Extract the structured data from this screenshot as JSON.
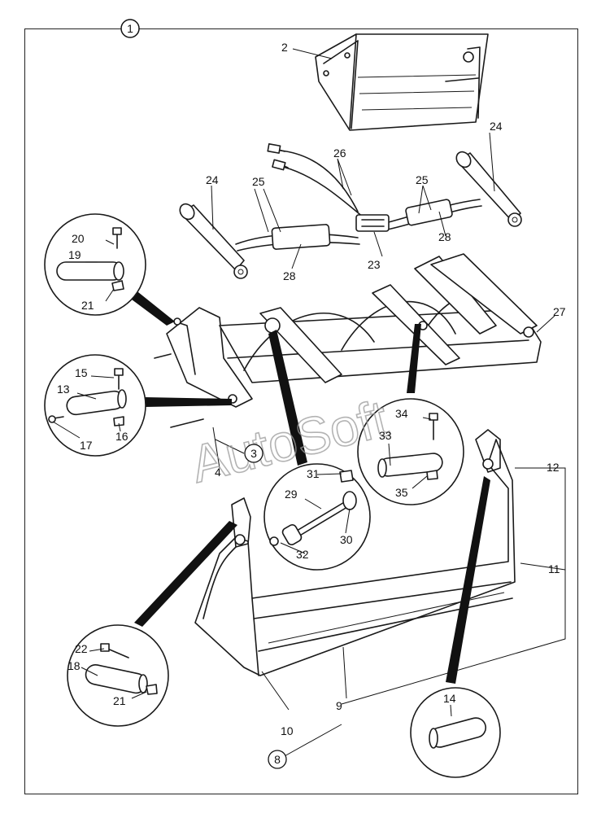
{
  "diagram": {
    "sheet_number": "1",
    "watermark": "AutoSoft",
    "callouts": {
      "c2": "2",
      "c3": "3",
      "c4": "4",
      "c8": "8",
      "c9": "9",
      "c10": "10",
      "c11": "11",
      "c12": "12",
      "c13": "13",
      "c14": "14",
      "c15": "15",
      "c16": "16",
      "c17": "17",
      "c18": "18",
      "c19": "19",
      "c20": "20",
      "c21a": "21",
      "c21b": "21",
      "c22": "22",
      "c23": "23",
      "c24a": "24",
      "c24b": "24",
      "c25a": "25",
      "c25b": "25",
      "c26": "26",
      "c27": "27",
      "c28a": "28",
      "c28b": "28",
      "c29": "29",
      "c30": "30",
      "c31": "31",
      "c32": "32",
      "c33": "33",
      "c34": "34",
      "c35": "35"
    }
  }
}
